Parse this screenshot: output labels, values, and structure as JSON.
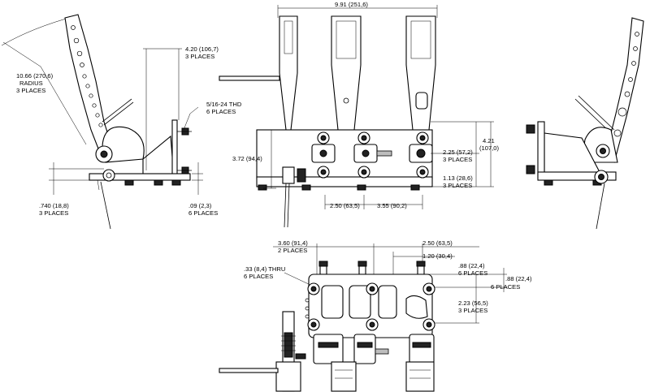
{
  "dims": {
    "overall_width": "9.91 (251,6)",
    "side_radius": "10.66 (270,6)",
    "side_radius_word": "RADIUS",
    "side_radius_places": "3 PLACES",
    "side_height": "4.20 (106,7)",
    "side_height_places": "3 PLACES",
    "thread": "5/16-24 THD",
    "thread_places": "6 PLACES",
    "pivot_offset": ".740 (18,8)",
    "pivot_offset_places": "3 PLACES",
    "base_thick": ".09 (2,3)",
    "base_thick_places": "6 PLACES",
    "front_height": "3.72 (94,4)",
    "front_total": "4.21",
    "front_total_mm": "(107,0)",
    "front_upper": "2.25 (57,2)",
    "front_upper_places": "3 PLACES",
    "front_lower": "1.13 (28,6)",
    "front_lower_places": "3 PLACES",
    "front_left_spacing": "2.50 (63,5)",
    "front_right_spacing": "3.55 (90,2)",
    "top_left_spacing": "3.60 (91,4)",
    "top_left_places": "2 PLACES",
    "top_right_spacing": "2.50 (63,5)",
    "top_small": "1.20 (30,4)",
    "top_hole": ".33 (8,4) THRU",
    "top_hole_places": "6 PLACES",
    "top_r1": ".88 (22,4)",
    "top_r1_places": "6 PLACES",
    "top_r2": ".88 (22,4)",
    "top_r2_places": "6 PLACES",
    "top_r3": "2.23 (56,5)",
    "top_r3_places": "3 PLACES"
  }
}
